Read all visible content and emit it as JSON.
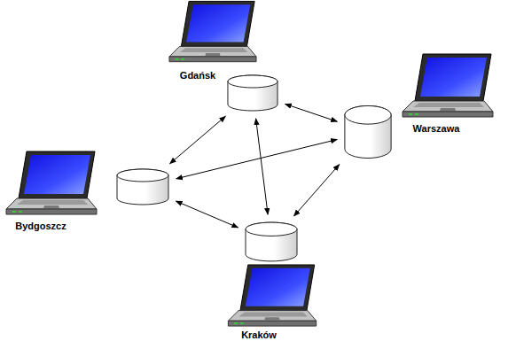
{
  "diagram": {
    "nodes": [
      {
        "text": [
          "Gdańsk"
        ]
      },
      {
        "text": [
          "Warszawa"
        ]
      },
      {
        "text": [
          "Bydgoszcz"
        ]
      },
      {
        "text": [
          "Kraków"
        ]
      }
    ],
    "edges": [
      {
        "from": 0,
        "to": 1,
        "arrow": "both"
      },
      {
        "from": 0,
        "to": 2,
        "arrow": "both"
      },
      {
        "from": 0,
        "to": 3,
        "arrow": "both"
      },
      {
        "from": 2,
        "to": 1,
        "arrow": "both"
      },
      {
        "from": 2,
        "to": 3,
        "arrow": "both"
      },
      {
        "from": 3,
        "to": 1,
        "arrow": "both"
      }
    ]
  }
}
